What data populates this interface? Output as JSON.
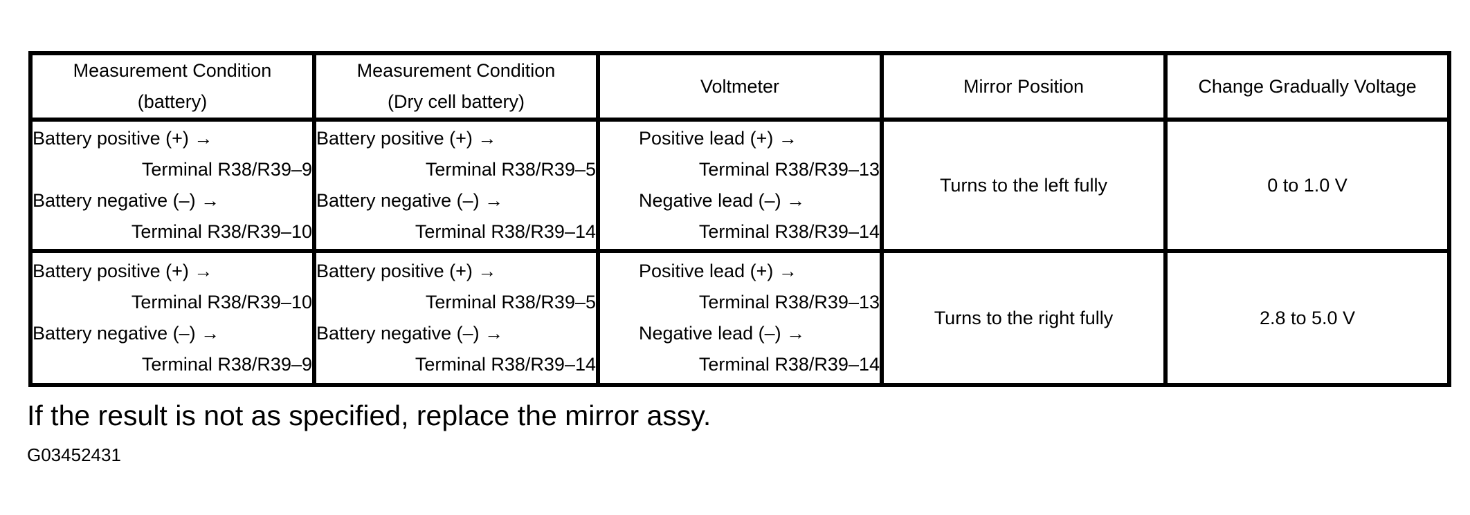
{
  "table": {
    "header": {
      "measurement_battery": {
        "line1": "Measurement Condition",
        "line2": "(battery)"
      },
      "measurement_dry_cell": {
        "line1": "Measurement Condition",
        "line2": "(Dry cell battery)"
      },
      "voltmeter": "Voltmeter",
      "mirror_position": "Mirror Position",
      "change_gradually_voltage": "Change Gradually Voltage"
    },
    "rows": [
      {
        "measurement_battery": [
          "Battery positive (+) →",
          "Terminal R38/R39–9",
          "Battery negative (–) →",
          "Terminal R38/R39–10"
        ],
        "measurement_dry_cell": [
          "Battery positive (+) →",
          "Terminal R38/R39–5",
          "Battery negative (–) →",
          "Terminal R38/R39–14"
        ],
        "voltmeter": [
          "Positive lead (+) →",
          "Terminal R38/R39–13",
          "Negative lead (–) →",
          "Terminal R38/R39–14"
        ],
        "mirror_position": "Turns to the left fully",
        "voltage": "0 to 1.0 V"
      },
      {
        "measurement_battery": [
          "Battery positive (+) →",
          "Terminal R38/R39–10",
          "Battery negative (–) →",
          "Terminal R38/R39–9"
        ],
        "measurement_dry_cell": [
          "Battery positive (+) →",
          "Terminal R38/R39–5",
          "Battery negative (–) →",
          "Terminal R38/R39–14"
        ],
        "voltmeter": [
          "Positive lead (+) →",
          "Terminal R38/R39–13",
          "Negative lead (–) →",
          "Terminal R38/R39–14"
        ],
        "mirror_position": "Turns to the right fully",
        "voltage": "2.8 to 5.0 V"
      }
    ]
  },
  "footer": {
    "note": "If the result is not as specified, replace the mirror assy.",
    "figure_id": "G03452431"
  }
}
